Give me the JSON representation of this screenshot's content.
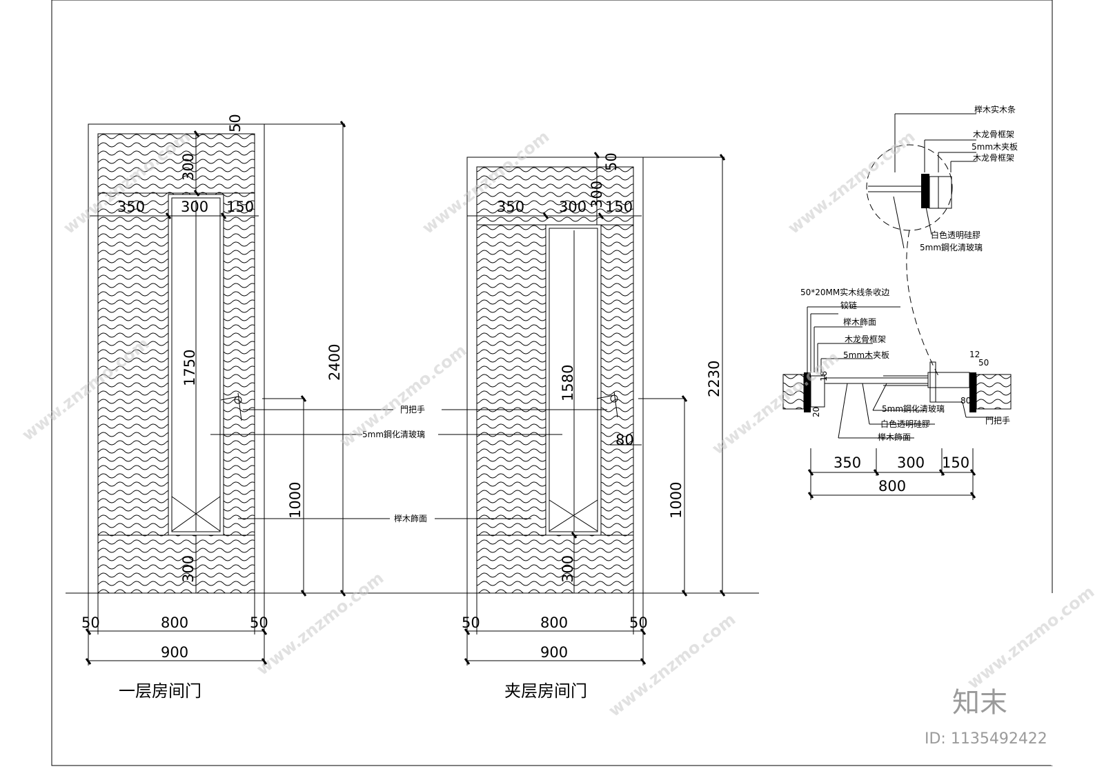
{
  "titles": {
    "door1": "一层房间门",
    "door2": "夹层房间门"
  },
  "dims": {
    "d1_top": "50",
    "d1_panel_top": "300",
    "d1_w350": "350",
    "d1_w300": "300",
    "d1_w150": "150",
    "d1_glass_h": "1750",
    "d1_total_h": "2400",
    "d1_handle_h": "1000",
    "d1_bottom": "300",
    "d1_left50": "50",
    "d1_w800": "800",
    "d1_right50": "50",
    "d1_w900": "900",
    "d2_top": "50",
    "d2_panel_top": "300",
    "d2_w350": "350",
    "d2_w300": "300",
    "d2_w150": "150",
    "d2_glass_h": "1580",
    "d2_total_h": "2230",
    "d2_handle_h": "1000",
    "d2_bottom": "300",
    "d2_handle_off": "80",
    "d2_left50": "50",
    "d2_w800": "800",
    "d2_right50": "50",
    "d2_w900": "900",
    "sec_w350": "350",
    "sec_w300": "300",
    "sec_w150": "150",
    "sec_w800": "800",
    "sec_12": "12",
    "sec_50": "50",
    "sec_18": "18",
    "sec_80": "80",
    "sec_20": "20"
  },
  "labels": {
    "handle": "門把手",
    "glass": "5mm鋼化清玻璃",
    "veneer": "榉木飾面"
  },
  "detail": {
    "beech_strip": "榉木实木条",
    "keel1": "木龙骨框架",
    "plywood": "5mm木夹板",
    "keel2": "木龙骨框架",
    "silicone": "白色透明硅膠",
    "glass": "5mm鋼化清玻璃"
  },
  "section": {
    "trim": "50*20MM实木线条收边",
    "hinge": "铰链",
    "veneer": "榉木飾面",
    "keel": "木龙骨框架",
    "plywood": "5mm木夹板",
    "glass": "5mm鋼化清玻璃",
    "silicone": "白色透明硅膠",
    "veneer2": "榉木飾面",
    "handle": "門把手"
  },
  "watermarks": {
    "site": "www.znzmo.com",
    "brand": "知末",
    "id": "ID: 1135492422"
  }
}
